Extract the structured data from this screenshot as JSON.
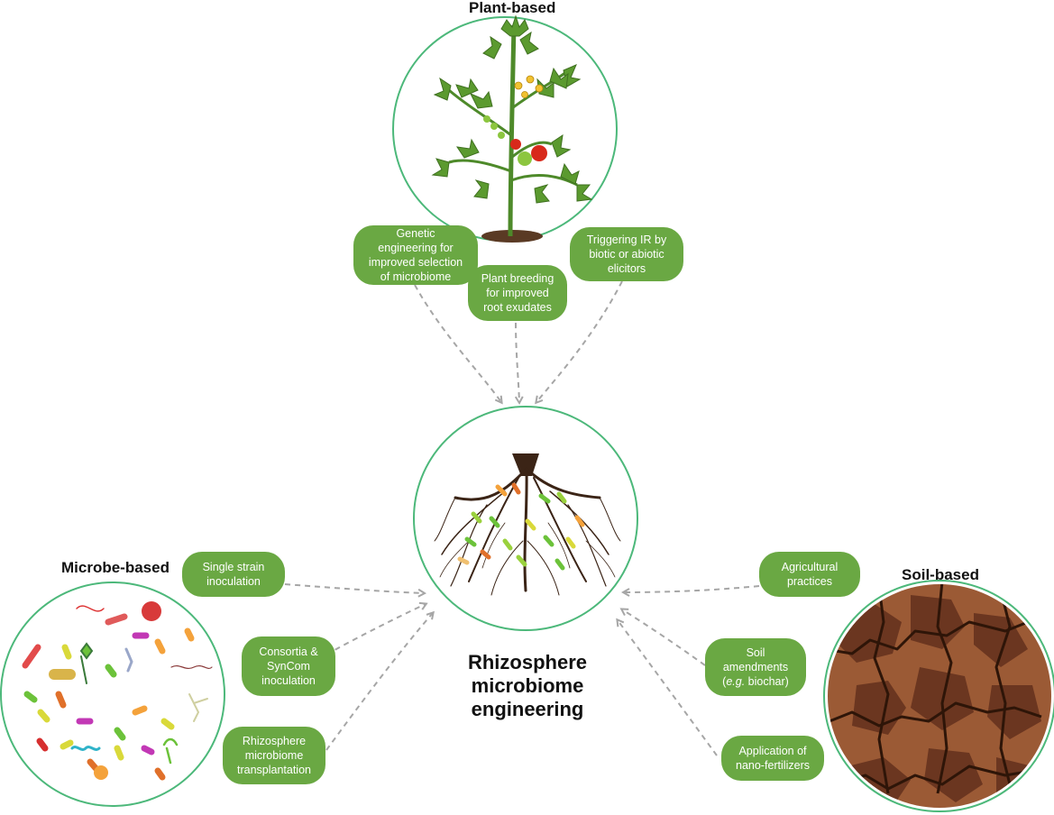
{
  "headings": {
    "plant": "Plant-based",
    "microbe": "Microbe-based",
    "soil": "Soil-based"
  },
  "center_title": {
    "line1": "Rhizosphere",
    "line2": "microbiome",
    "line3": "engineering"
  },
  "plant_methods": {
    "genetic": [
      "Genetic",
      "engineering for",
      "improved selection",
      "of microbiome"
    ],
    "breeding": [
      "Plant breeding",
      "for improved",
      "root exudates"
    ],
    "triggering": [
      "Triggering IR by",
      "biotic or abiotic",
      "elicitors"
    ]
  },
  "microbe_methods": {
    "single": [
      "Single strain",
      "inoculation"
    ],
    "consortia": [
      "Consortia &",
      "SynCom",
      "inoculation"
    ],
    "transplant": [
      "Rhizosphere",
      "microbiome",
      "transplantation"
    ]
  },
  "soil_methods": {
    "agri": [
      "Agricultural",
      "practices"
    ],
    "amend": [
      "Soil",
      "amendments"
    ],
    "amend_eg": "e.g.",
    "amend_rest": " biochar)",
    "amend_open": "(",
    "nano": [
      "Application of",
      "nano-fertilizers"
    ]
  },
  "colors": {
    "circle_stroke": "#4cb87a",
    "pill_fill": "#6aa843",
    "arrow": "#a6a6a6",
    "soil_dark": "#5a2e17",
    "soil_light": "#9b5a35",
    "plant_green": "#5b9a2f",
    "root_brown": "#3b2416"
  }
}
